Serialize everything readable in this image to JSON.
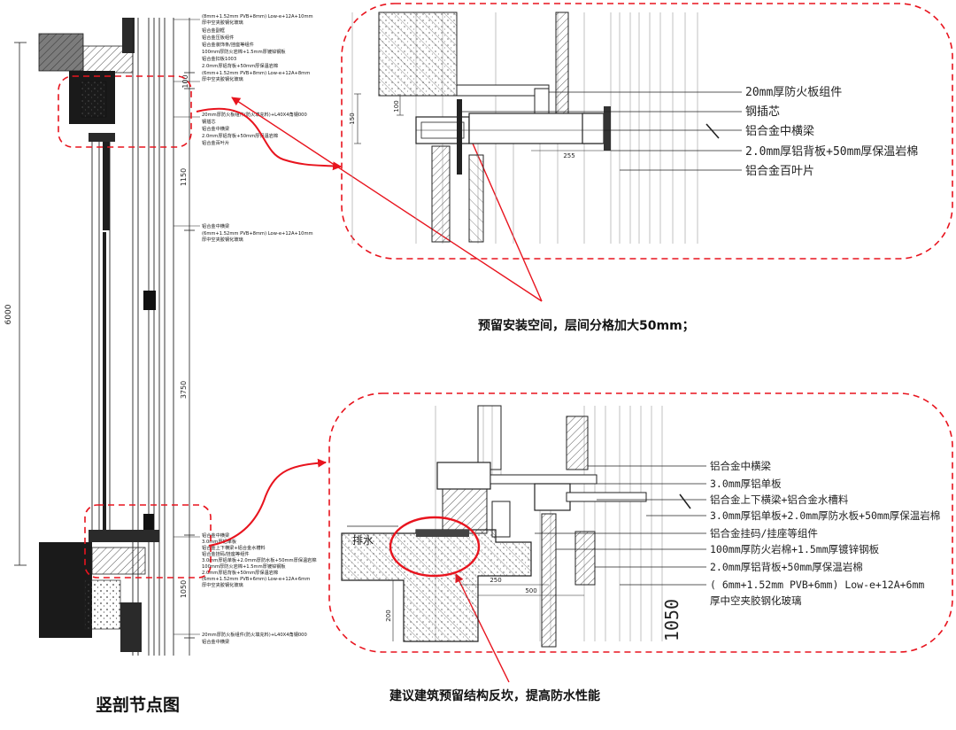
{
  "caption_main": "竖剖节点图",
  "callout_top": "预留安装空间，层间分格加大50mm；",
  "callout_bottom": "建议建筑预留结构反坎，提高防水性能",
  "colors": {
    "accent": "#e8141e",
    "line": "#222222",
    "grid": "#9a9a9a"
  },
  "left_section": {
    "dims": {
      "total": "6000",
      "d100": "100",
      "d1150": "1150",
      "d3750": "3750",
      "d1050": "1050"
    },
    "notes_top": [
      "(8mm+1.52mm PVB+8mm) Low-e+12A+10mm",
      "厚中空夹胶钢化玻璃",
      "铝合金副框",
      "铝合金压板组件",
      "铝合金装饰条/挂座等组件",
      "100mm厚防火岩棉+1.5mm厚镀锌钢板",
      "铝合金扣板1003",
      "2.0mm厚铝背板+50mm厚保温岩棉",
      "(6mm+1.52mm PVB+8mm) Low-e+12A+8mm",
      "厚中空夹胶钢化玻璃"
    ],
    "notes_mid": [
      "20mm厚防火板组件(防火填充料)+L40X4角钢000",
      "钢插芯",
      "铝合金中横梁",
      "2.0mm厚铝背板+50mm厚保温岩棉",
      "铝合金百叶片"
    ],
    "notes_glass": [
      "铝合金中横梁",
      "(6mm+1.52mm PVB+8mm) Low-e+12A+10mm",
      "厚中空夹胶钢化玻璃"
    ],
    "notes_bottom": [
      "铝合金中横梁",
      "3.0mm厚铝单板",
      "铝合金上下横梁+铝合金水槽料",
      "铝合金挂码/挂座等组件",
      "3.0mm厚铝单板+2.0mm厚防水板+50mm厚保温岩棉",
      "100mm厚防火岩棉+1.5mm厚镀锌钢板",
      "2.0mm厚铝背板+50mm厚保温岩棉",
      "(6mm+1.52mm PVB+6mm) Low-e+12A+6mm",
      "厚中空夹胶钢化玻璃"
    ],
    "notes_foot": [
      "20mm厚防火板组件(防火填充料)+L40X4角钢000",
      "铝合金中横梁"
    ]
  },
  "detail_top": {
    "dims": {
      "d100": "100",
      "d150": "150",
      "d255": "255"
    },
    "labels": [
      "20mm厚防火板组件",
      "钢插芯",
      "铝合金中横梁",
      "2.0mm厚铝背板+50mm厚保温岩棉",
      "铝合金百叶片"
    ]
  },
  "detail_bottom": {
    "drain_label": "排水",
    "dims": {
      "d250": "250",
      "d500": "500",
      "d1050": "1050",
      "d200": "200"
    },
    "labels": [
      "铝合金中横梁",
      "3.0mm厚铝单板",
      "铝合金上下横梁+铝合金水槽料",
      "3.0mm厚铝单板+2.0mm厚防水板+50mm厚保温岩棉",
      "铝合金挂码/挂座等组件",
      "100mm厚防火岩棉+1.5mm厚镀锌钢板",
      "2.0mm厚铝背板+50mm厚保温岩棉",
      "( 6mm+1.52mm PVB+6mm) Low-e+12A+6mm",
      "厚中空夹胶钢化玻璃"
    ]
  }
}
